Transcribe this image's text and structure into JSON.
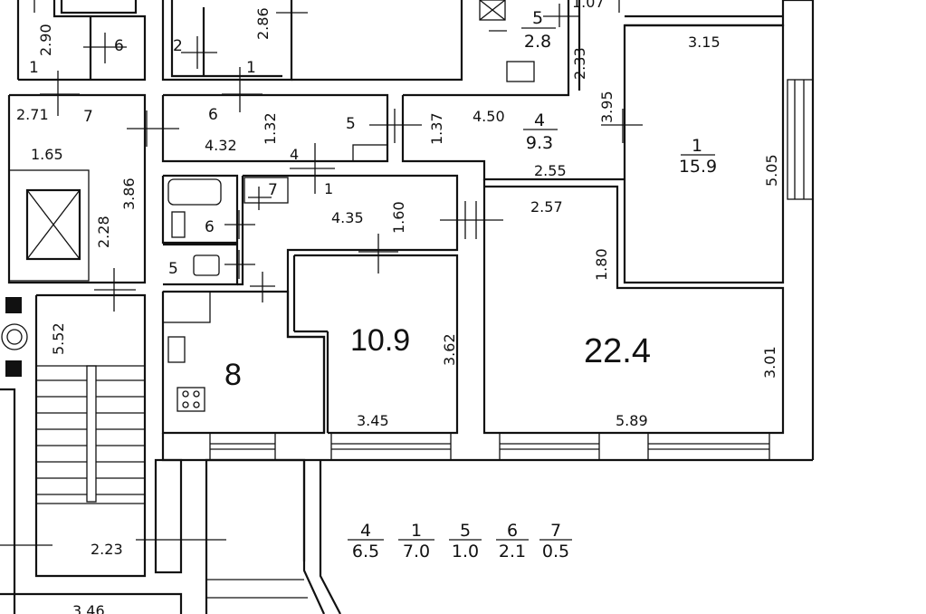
{
  "rooms": {
    "r8": "8",
    "r109": "10.9",
    "r224": "22.4",
    "r1_num": "1",
    "r1_area": "15.9",
    "r4_num": "4",
    "r4_area": "9.3",
    "r5_num": "5",
    "r5_area": "2.8",
    "r6a": "6",
    "r6b": "6",
    "r6c": "6",
    "r7a": "7",
    "r7b": "7",
    "r5b": "5",
    "r5c": "5",
    "r2": "2",
    "r4b": "4",
    "r1b": "1",
    "r1c": "1",
    "r1d": "1",
    "r1e": "1"
  },
  "dims": {
    "d290": "2.90",
    "d286": "2.86",
    "d107": "1.07",
    "d233": "2.33",
    "d315": "3.15",
    "d271": "2.71",
    "d165": "1.65",
    "d386": "3.86",
    "d228": "2.28",
    "d432": "4.32",
    "d132": "1.32",
    "d137": "1.37",
    "d450": "4.50",
    "d395": "3.95",
    "d505": "5.05",
    "d255": "2.55",
    "d257": "2.57",
    "d435": "4.35",
    "d160": "1.60",
    "d180": "1.80",
    "d552": "5.52",
    "d362": "3.62",
    "d301": "3.01",
    "d345": "3.45",
    "d589": "5.89",
    "d223": "2.23",
    "d346": "3.46"
  },
  "legend": [
    {
      "num": "4",
      "area": "6.5"
    },
    {
      "num": "1",
      "area": "7.0"
    },
    {
      "num": "5",
      "area": "1.0"
    },
    {
      "num": "6",
      "area": "2.1"
    },
    {
      "num": "7",
      "area": "0.5"
    }
  ]
}
